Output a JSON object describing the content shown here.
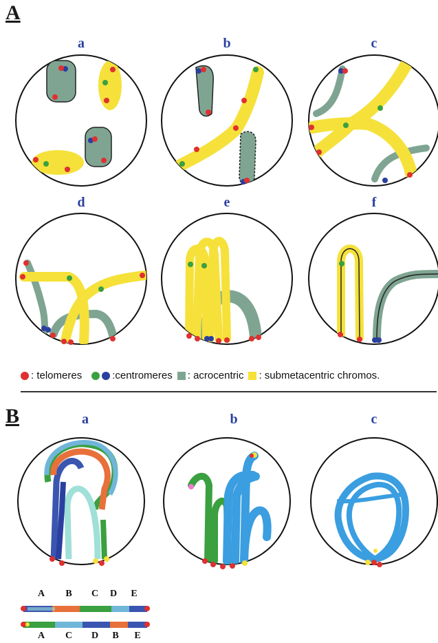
{
  "panels": {
    "A": "A",
    "B": "B"
  },
  "panelA_sublabels": [
    "a",
    "b",
    "c",
    "d",
    "e",
    "f"
  ],
  "panelB_sublabels": [
    "a",
    "b",
    "c"
  ],
  "legend": {
    "telomeres": ": telomeres",
    "centromeres": ":centromeres",
    "acrocentric": ": acrocentric",
    "submetacentric": ": submetacentric chromos."
  },
  "chromosome_order": {
    "top": [
      "A",
      "B",
      "C",
      "D",
      "E"
    ],
    "bottom": [
      "A",
      "C",
      "D",
      "B",
      "E"
    ]
  },
  "colors": {
    "telomere": "#e03030",
    "centromere_green": "#3aa040",
    "centromere_blue": "#2a3fa0",
    "acrocentric": "#7fa592",
    "submetacentric": "#f5e13a",
    "label_blue": "#2a3fa0"
  }
}
